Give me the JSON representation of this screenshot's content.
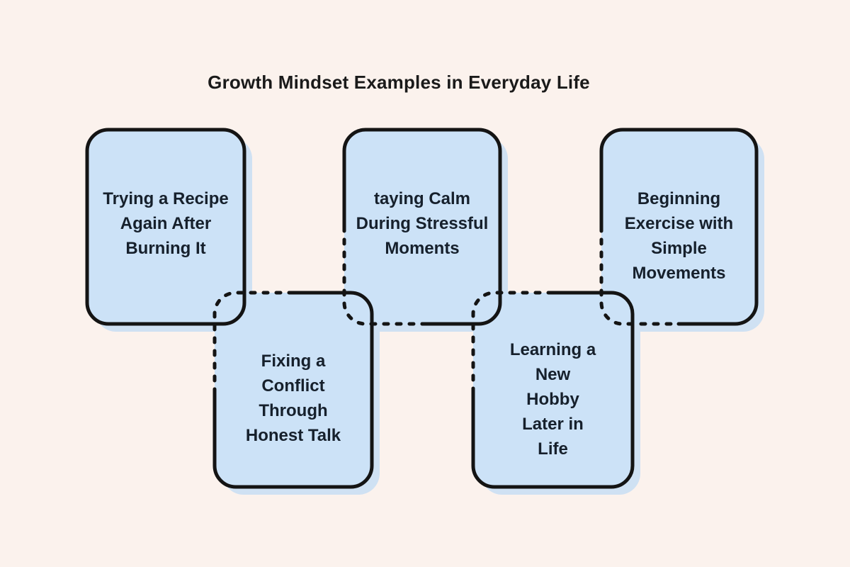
{
  "title": "Growth Mindset Examples in Everyday Life",
  "colors": {
    "background": "#FBF2ED",
    "card_fill": "#CCE2F7",
    "card_shadow": "#CFE1F3",
    "card_border": "#141414",
    "title_text": "#1A1A1A",
    "card_text": "#16202C"
  },
  "cards": [
    {
      "id": "card-1",
      "position": "top-left",
      "border_style": "solid",
      "label_lines": [
        "Trying a Recipe",
        "Again After",
        "Burning It"
      ]
    },
    {
      "id": "card-2",
      "position": "bottom-left",
      "border_style": "solid, dashed top-left quadrant",
      "label_lines": [
        "Fixing a",
        "Conflict",
        "Through",
        "Honest Talk"
      ]
    },
    {
      "id": "card-3",
      "position": "top-center",
      "border_style": "solid, dashed bottom-left quadrant",
      "label_lines": [
        "taying Calm",
        "During Stressful",
        "Moments"
      ]
    },
    {
      "id": "card-4",
      "position": "bottom-right",
      "border_style": "solid, dashed top-left quadrant",
      "label_lines": [
        "Learning a",
        "New",
        "Hobby",
        "Later in",
        "Life"
      ]
    },
    {
      "id": "card-5",
      "position": "top-right",
      "border_style": "solid, dashed bottom-left quadrant",
      "label_lines": [
        "Beginning",
        "Exercise with",
        "Simple",
        "Movements"
      ]
    }
  ]
}
